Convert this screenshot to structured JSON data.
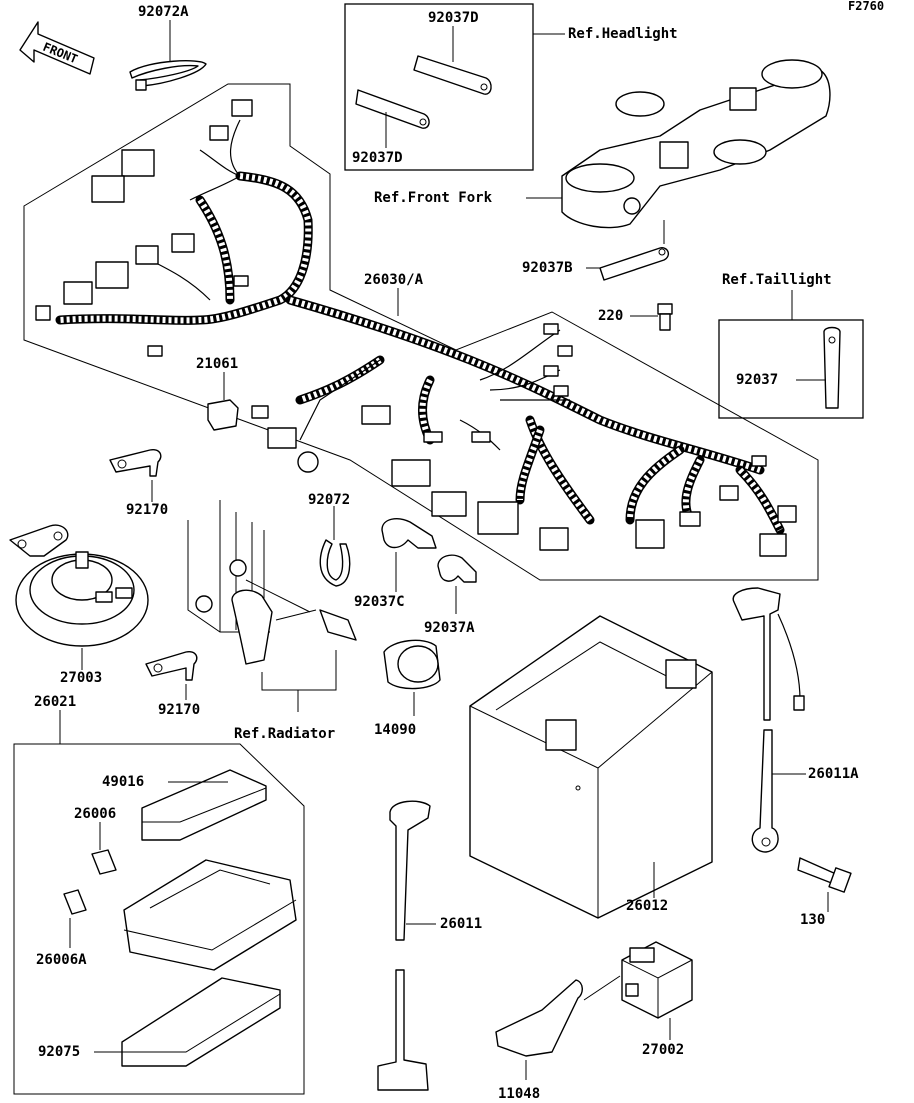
{
  "diagram_code": "F2760",
  "front_label": "FRONT",
  "labels": {
    "p92072A": "92072A",
    "p92037D_top": "92037D",
    "p92037D_bottom": "92037D",
    "ref_headlight": "Ref.Headlight",
    "ref_front_fork": "Ref.Front Fork",
    "p92037B": "92037B",
    "p220": "220",
    "ref_taillight": "Ref.Taillight",
    "p92037": "92037",
    "p26030A": "26030/A",
    "p21061": "21061",
    "p92170_top": "92170",
    "p92072": "92072",
    "p92037C": "92037C",
    "p92037A": "92037A",
    "p27003": "27003",
    "p92170_bottom": "92170",
    "p26021": "26021",
    "ref_radiator": "Ref.Radiator",
    "p14090": "14090",
    "p49016": "49016",
    "p26006": "26006",
    "p26006A": "26006A",
    "p92075": "92075",
    "p26011": "26011",
    "p26012": "26012",
    "p26011A": "26011A",
    "p130": "130",
    "p27002": "27002",
    "p11048": "11048"
  }
}
